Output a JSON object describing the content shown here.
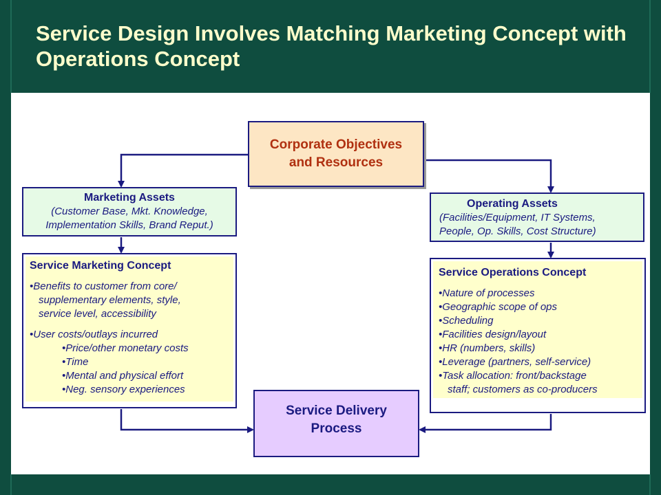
{
  "title": "Service Design Involves Matching Marketing Concept with Operations Concept",
  "corporate": {
    "line1": "Corporate Objectives",
    "line2": "and Resources"
  },
  "marketing_assets": {
    "title": "Marketing Assets",
    "line1": "(Customer Base,  Mkt. Knowledge,",
    "line2": "Implementation Skills, Brand Reput.)"
  },
  "operating_assets": {
    "title": "Operating Assets",
    "line1": "(Facilities/Equipment, IT Systems,",
    "line2": "People, Op. Skills, Cost Structure)"
  },
  "service_marketing_concept": {
    "title": "Service Marketing Concept",
    "items": [
      "•Benefits to customer from core/",
      "supplementary elements, style,",
      "service level, accessibility",
      "•User costs/outlays incurred",
      "•Price/other monetary costs",
      "•Time",
      "•Mental and physical effort",
      "•Neg. sensory experiences"
    ]
  },
  "service_operations_concept": {
    "title": "Service Operations Concept",
    "items": [
      "•Nature of processes",
      "•Geographic scope of ops",
      "•Scheduling",
      "•Facilities design/layout",
      "•HR (numbers, skills)",
      "•Leverage (partners, self-service)",
      "•Task allocation: front/backstage",
      "staff; customers as co-producers"
    ]
  },
  "service_delivery": {
    "line1": "Service Delivery",
    "line2": "Process"
  },
  "colors": {
    "header": "#0f4d3f",
    "title_text": "#ffffcc",
    "box_border": "#1a1a80",
    "corporate_fill": "#fde6c4",
    "assets_fill": "#e6fae6",
    "concept_fill": "#ffffcc",
    "delivery_fill": "#e6ccff"
  }
}
